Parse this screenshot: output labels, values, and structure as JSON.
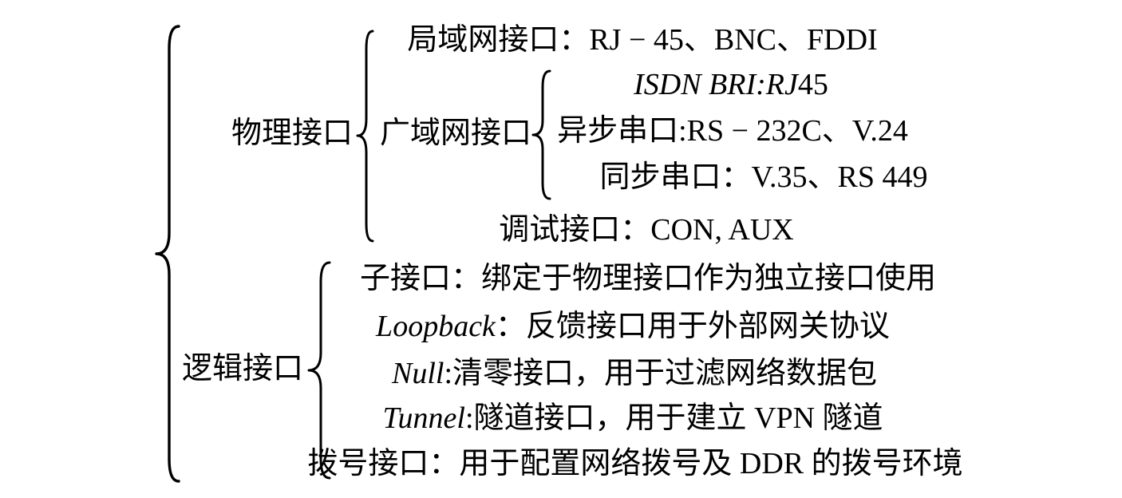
{
  "figure": {
    "background": "#ffffff",
    "text_color": "#000000",
    "description": "Router interface classification bracket diagram"
  },
  "tree": {
    "physical": {
      "label": "物理接口",
      "children": {
        "lan": {
          "italic": "",
          "text": "局域网接口：RJ − 45、BNC、FDDI"
        },
        "wan": {
          "label": "广域网接口",
          "children": {
            "isdn": {
              "italic": "ISDN BRI:RJ",
              "text": "45"
            },
            "async": {
              "italic": "",
              "text": "异步串口:RS − 232C、V.24"
            },
            "sync": {
              "italic": "",
              "text": "同步串口：V.35、RS 449"
            }
          }
        },
        "debug": {
          "italic": "",
          "text": "调试接口：CON, AUX"
        }
      }
    },
    "logical": {
      "label": "逻辑接口",
      "children": {
        "sub": {
          "italic": "",
          "text": "子接口：绑定于物理接口作为独立接口使用"
        },
        "loopback": {
          "italic": "Loopback",
          "text": "：反馈接口用于外部网关协议"
        },
        "null": {
          "italic": "Null",
          "text": ":清零接口，用于过滤网络数据包"
        },
        "tunnel": {
          "italic": "Tunnel",
          "text": ":隧道接口，用于建立 VPN 隧道"
        },
        "dialer": {
          "italic": "",
          "text": "拨号接口：用于配置网络拨号及 DDR 的拨号环境"
        }
      }
    }
  }
}
